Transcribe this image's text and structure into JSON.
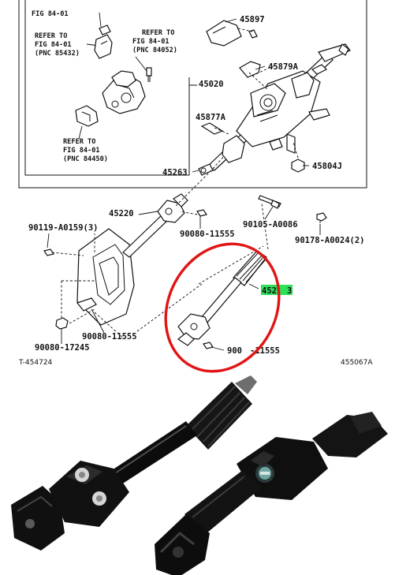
{
  "diagram": {
    "labels": {
      "p45897": "45897",
      "p45879a": "45879A",
      "p45020": "45020",
      "p45877a": "45877A",
      "p45263": "45263",
      "p45804j": "45804J",
      "p45220": "45220",
      "p90119": "90119-A0159(3)",
      "p90080a": "90080-11555",
      "p90105": "90105-A0086",
      "p90178": "90178-A0024(2)",
      "p45203_a": "452",
      "p45203_b": "3",
      "p90080b": "90080-11555",
      "p90080c": "90080-17245",
      "p90080d_a": "900",
      "p90080d_b": "-11555"
    },
    "references": {
      "fig_top": "FIG 84-01",
      "ref1_line1": "REFER TO",
      "ref1_line2": "FIG 84-01",
      "ref1_line3": "(PNC 85432)",
      "ref2_line1": "REFER TO",
      "ref2_line2": "FIG 84-01",
      "ref2_line3": "(PNC 84052)",
      "ref3_line1": "REFER TO",
      "ref3_line2": "FIG 84-01",
      "ref3_line3": "(PNC 84450)"
    },
    "codes": {
      "left": "T-454724",
      "right": "455067A"
    },
    "highlight_color": "#2ee05a",
    "circle_color": "#e01515"
  }
}
